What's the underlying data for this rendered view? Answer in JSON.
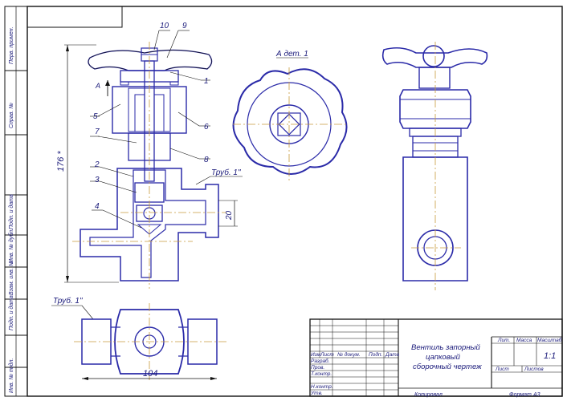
{
  "drawing": {
    "view_label": "А дет. 1",
    "section_mark": "А",
    "callouts": [
      "10",
      "9",
      "1",
      "5",
      "6",
      "7",
      "8",
      "2",
      "3",
      "4"
    ],
    "dimensions": {
      "height": "176 *",
      "port_right": "20",
      "length": "104",
      "thread_top": "Труб. 1\"",
      "thread_bottom": "Труб. 1\""
    },
    "side_frame_labels": [
      "Перв. примен.",
      "Справ. №",
      "Подп. и дата",
      "Инв. № дубл.",
      "Взам. инв. №",
      "Подп. и дата",
      "Инв. № подл."
    ]
  },
  "title_block": {
    "title_line1": "Вентиль запорный",
    "title_line2": "цапковый",
    "title_line3": "сборочный чертеж",
    "col_headers": [
      "Изм",
      "Лист",
      "№ докум.",
      "Подп.",
      "Дата"
    ],
    "row_labels": [
      "Разраб.",
      "Пров.",
      "Т.контр.",
      "",
      "Н.контр.",
      "Утв."
    ],
    "lit": "Лит.",
    "mass": "Масса",
    "scale_label": "Масштаб",
    "scale_value": "1:1",
    "sheet": "Лист",
    "sheets": "Листов",
    "copied": "Копировал",
    "format": "Формат",
    "format_value": "А3"
  },
  "colors": {
    "outline": "#2a2aa8",
    "ink": "#111111",
    "centerline": "#c89b3c",
    "hatch": "#2a2aa8"
  }
}
